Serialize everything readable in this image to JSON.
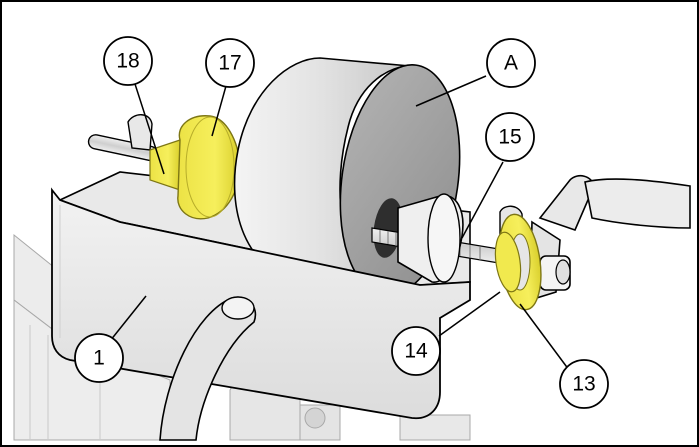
{
  "figure": {
    "callouts": [
      {
        "id": "c18",
        "label": "18"
      },
      {
        "id": "c17",
        "label": "17"
      },
      {
        "id": "cA",
        "label": "A"
      },
      {
        "id": "c15",
        "label": "15"
      },
      {
        "id": "c14",
        "label": "14"
      },
      {
        "id": "c13",
        "label": "13"
      },
      {
        "id": "c1",
        "label": "1"
      }
    ]
  },
  "colors": {
    "highlight_part": "#f2ea46",
    "highlight_stroke": "#9c931a",
    "frame_gray": "#e2e2e2",
    "wheel_side": "#dcdcdc",
    "wheel_face": "#a3a3a3",
    "outline": "#000000"
  }
}
